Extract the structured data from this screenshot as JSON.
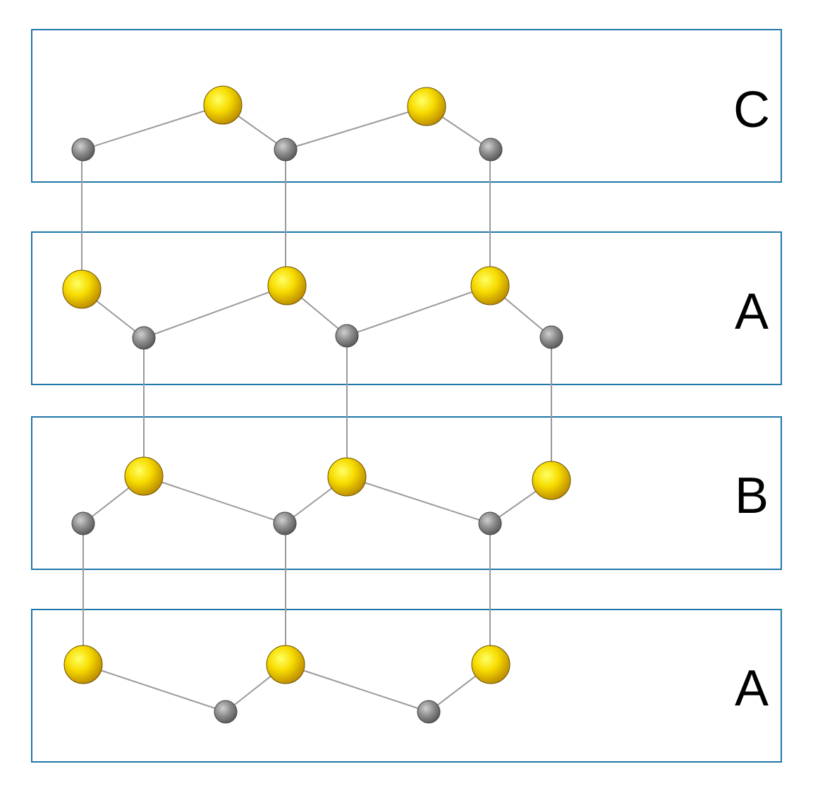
{
  "diagram": {
    "layers": [
      {
        "label": "C"
      },
      {
        "label": "A"
      },
      {
        "label": "B"
      },
      {
        "label": "A"
      }
    ],
    "colors": {
      "box_stroke": "#1f77a8",
      "bond": "#9a9a9a",
      "large_atom": "#f5c400",
      "small_atom": "#8a8a8a"
    },
    "atom_types": {
      "large": "large-atom-yellow",
      "small": "small-atom-gray"
    }
  }
}
